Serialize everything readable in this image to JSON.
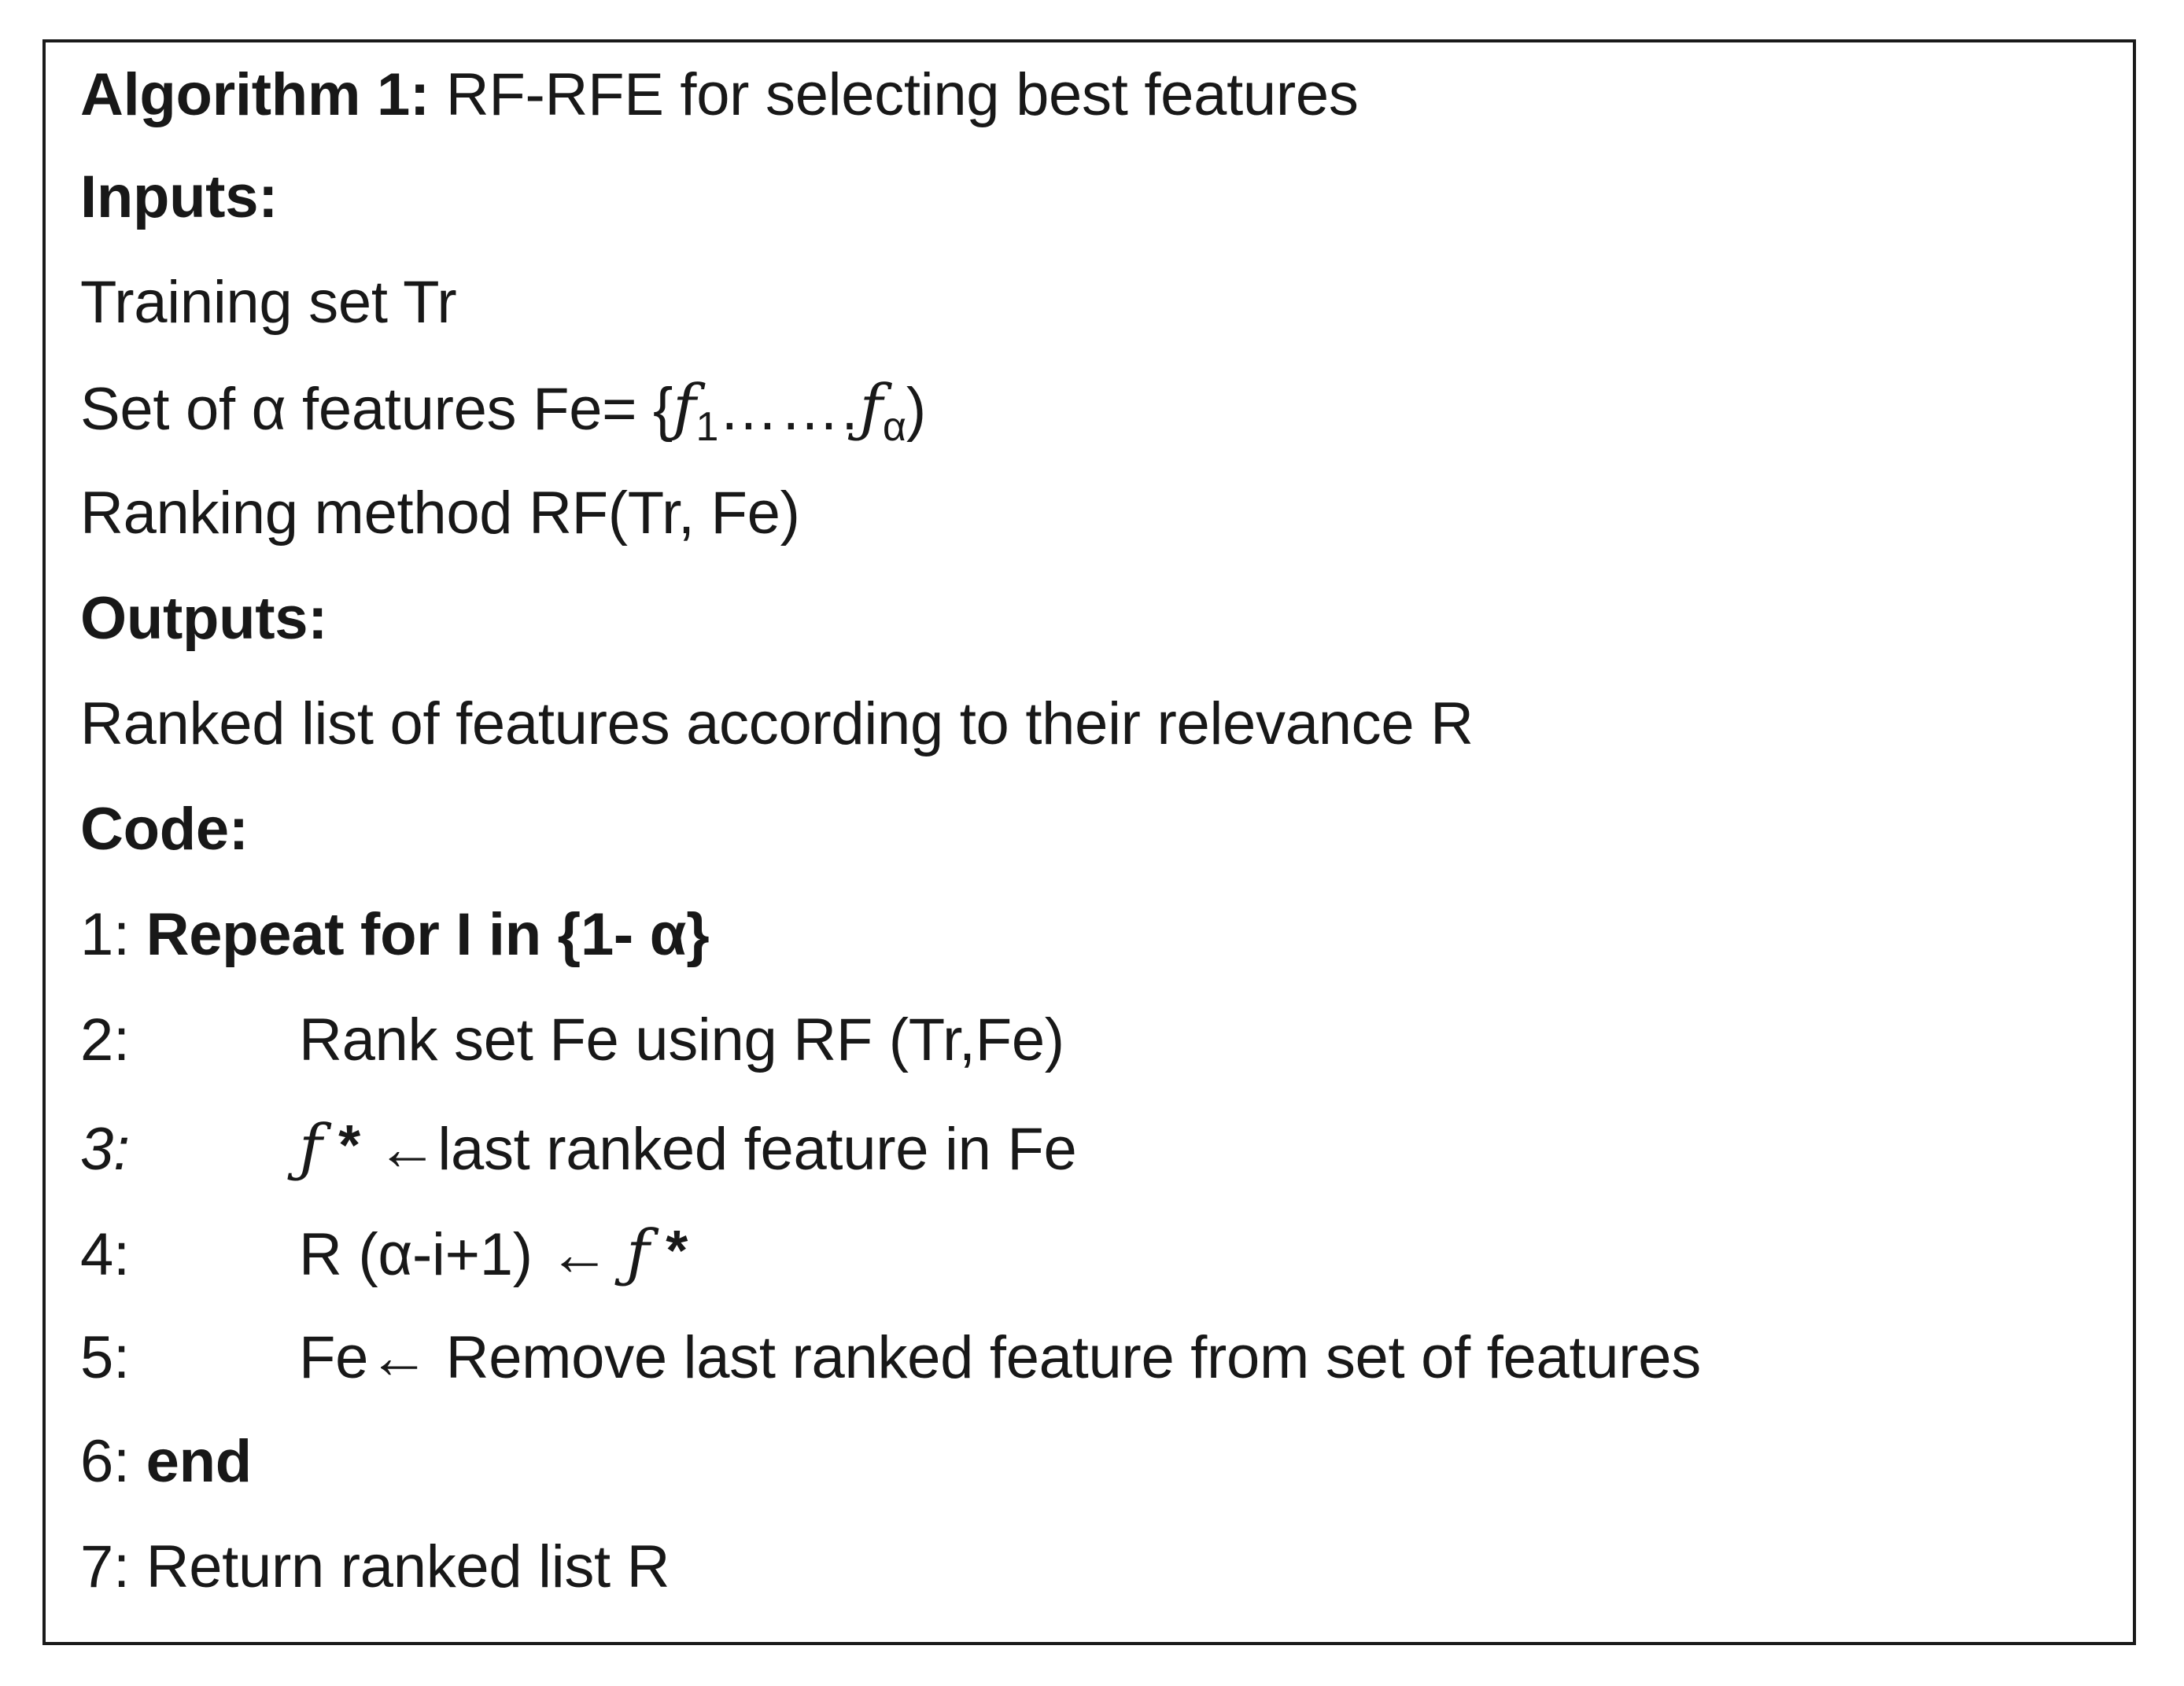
{
  "algorithm": {
    "title_label": "Algorithm 1:",
    "title_text": " RF-RFE for selecting best features",
    "inputs_heading": "Inputs:",
    "inputs": [
      "Training set Tr"
    ],
    "features_line": {
      "prefix": "Set of α features Fe= {",
      "f1": "ƒ",
      "f1_sub": "1",
      "dots": "…….",
      "f2": "ƒ",
      "f2_sub": "α",
      "suffix": ")"
    },
    "ranking_line": "Ranking method RF(Tr, Fe)",
    "outputs_heading": "Outputs:",
    "outputs": [
      "Ranked list of features according to their relevance R"
    ],
    "code_heading": "Code:",
    "code_lines": [
      {
        "number": "1:",
        "body": "Repeat for I in {1- α}",
        "bold": true,
        "italic_number": false,
        "indented": false
      },
      {
        "number": "2:",
        "body": "Rank set Fe using RF (Tr,Fe)",
        "bold": false,
        "italic_number": false,
        "indented": true
      },
      {
        "number": "3:",
        "body_pre": "",
        "f": "ƒ",
        "star": "*",
        "arrow": "←",
        "body_post": "last ranked feature in Fe",
        "bold": false,
        "italic_number": true,
        "indented": true
      },
      {
        "number": "4:",
        "body_pre": "R (α-i+1) ",
        "arrow": "←",
        "f": "ƒ",
        "star": "*",
        "bold": false,
        "italic_number": false,
        "indented": true
      },
      {
        "number": "5:",
        "body_pre": "Fe",
        "arrow": "←",
        "body_post": " Remove last ranked feature from set of features",
        "bold": false,
        "italic_number": false,
        "indented": true
      },
      {
        "number": "6:",
        "body": "end",
        "bold": true,
        "italic_number": false,
        "indented": false
      },
      {
        "number": "7:",
        "body": "Return ranked list R",
        "bold": false,
        "italic_number": false,
        "indented": false
      }
    ]
  },
  "colors": {
    "text": "#181818",
    "border": "#1a1a1a",
    "background": "#ffffff"
  }
}
